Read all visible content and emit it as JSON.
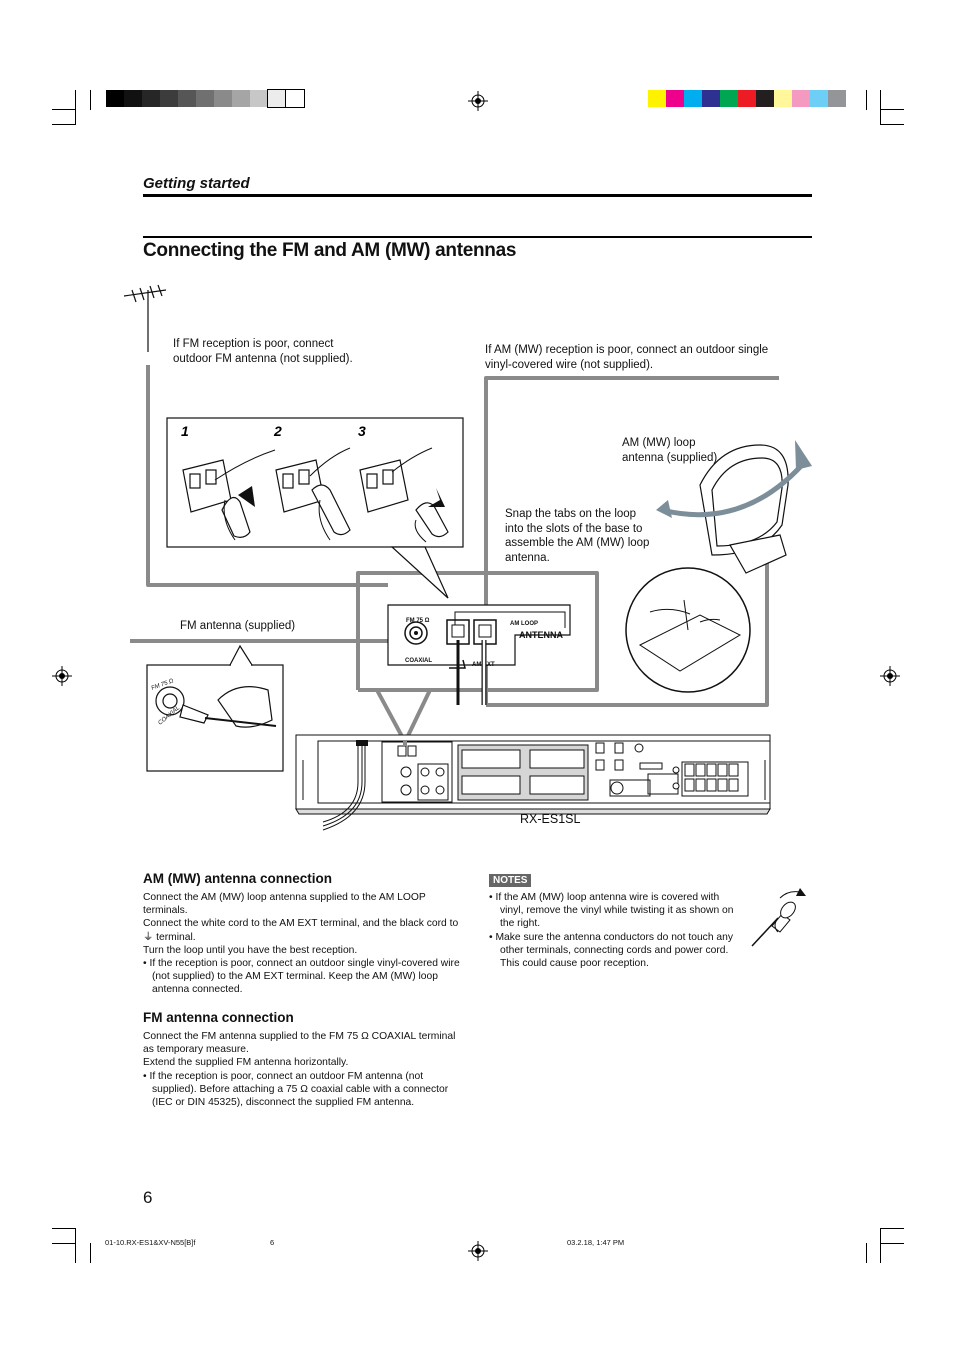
{
  "header": {
    "section": "Getting started"
  },
  "title": "Connecting the FM and AM (MW) antennas",
  "diagram": {
    "fm_outdoor_note": "If FM reception is poor, connect\noutdoor FM antenna (not supplied).",
    "am_outdoor_note": "If AM (MW) reception is poor, connect an outdoor single\nvinyl-covered wire (not supplied).",
    "loop_label": "AM (MW) loop\nantenna (supplied)",
    "assemble_note": "Snap the tabs on the loop\ninto the slots of the base to\nassemble the AM (MW) loop\nantenna.",
    "fm_supplied": "FM antenna (supplied)",
    "step_numbers": [
      "1",
      "2",
      "3"
    ],
    "model": "RX-ES1SL",
    "panel": {
      "fm": "FM 75 Ω",
      "coaxial": "COAXIAL",
      "am_loop": "AM LOOP",
      "antenna": "ANTENNA",
      "am_ext": "AM EXT"
    },
    "plug": {
      "fm": "FM 75 Ω",
      "coaxial": "COAXIAL"
    }
  },
  "am_section": {
    "heading": "AM (MW) antenna connection",
    "p1": "Connect the AM (MW) loop antenna supplied to the AM LOOP terminals.",
    "p2": "Connect the white cord to the AM EXT terminal, and the black cord to ⏚ terminal.",
    "p3": "Turn the loop until you have the best reception.",
    "bullet": "• If the reception is poor, connect an outdoor single vinyl-covered wire (not supplied) to the AM EXT terminal. Keep the AM (MW) loop antenna connected."
  },
  "fm_section": {
    "heading": "FM antenna connection",
    "p1": "Connect the FM antenna supplied to the FM 75 Ω COAXIAL terminal as temporary measure.",
    "p2": "Extend the supplied FM antenna horizontally.",
    "bullet": "• If the reception is poor, connect an outdoor FM antenna (not supplied). Before attaching a 75 Ω coaxial cable with a connector (IEC or DIN 45325), disconnect the supplied FM antenna."
  },
  "notes": {
    "badge": "NOTES",
    "items": [
      "• If the AM (MW) loop antenna wire is covered with vinyl, remove the vinyl while twisting it as shown on the right.",
      "• Make sure the antenna conductors do not touch any other terminals, connecting cords and power cord. This could cause poor reception."
    ]
  },
  "page_number": "6",
  "footer": {
    "file": "01-10.RX-ES1&XV-N55[B]f",
    "page": "6",
    "date": "03.2.18, 1:47 PM"
  },
  "colors": {
    "gray_swatches": [
      "#000000",
      "#111111",
      "#262626",
      "#3c3c3c",
      "#565656",
      "#707070",
      "#8a8a8a",
      "#a5a5a5",
      "#c7c7c7",
      "#ececec",
      "#ffffff"
    ],
    "color_swatches": [
      "#fff200",
      "#ec008c",
      "#00aeef",
      "#2e3192",
      "#00a651",
      "#ed1c24",
      "#231f20",
      "#fff799",
      "#f49ac1",
      "#6dcff6",
      "#939598"
    ],
    "wire": "#8a8a8a",
    "arrow": "#7c8e99"
  }
}
